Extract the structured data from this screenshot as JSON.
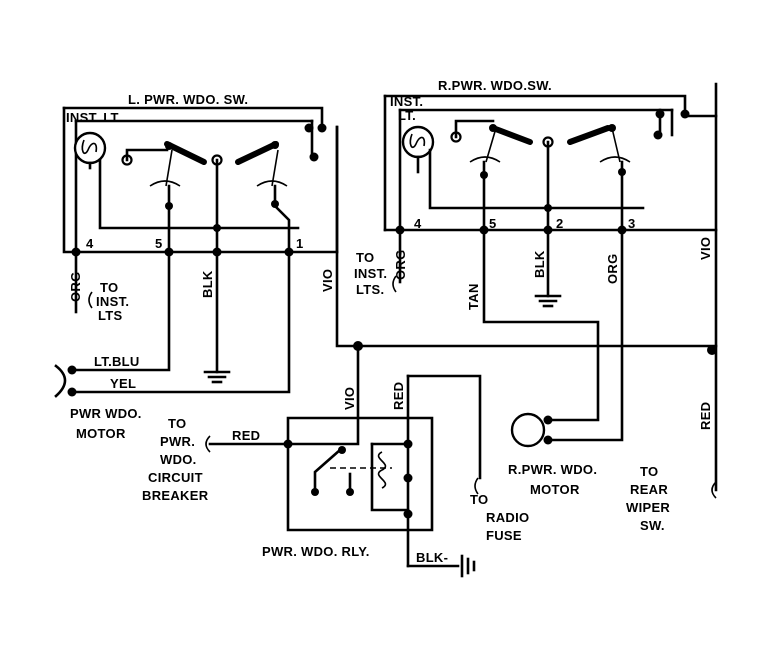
{
  "labels": {
    "l_switch": "L. PWR. WDO. SW.",
    "r_switch": "R.PWR. WDO.SW.",
    "inst_lt_left": "INST. LT.",
    "inst_lt_right_1": "INST.",
    "inst_lt_right_2": "LT.",
    "l_term_4": "4",
    "l_term_5": "5",
    "l_term_1": "1",
    "r_term_4": "4",
    "r_term_5": "5",
    "r_term_2": "2",
    "r_term_3": "3",
    "org_left": "ORG",
    "to_inst_lts_left_1": "TO",
    "to_inst_lts_left_2": "INST.",
    "to_inst_lts_left_3": "LTS",
    "blk_left": "BLK",
    "vio_left": "VIO",
    "to_inst_lts_right_1": "TO",
    "to_inst_lts_right_2": "INST.",
    "to_inst_lts_right_3": "LTS.",
    "org_right_4": "ORG",
    "tan": "TAN",
    "blk_right": "BLK",
    "org_right_3": "ORG",
    "vio_right": "VIO",
    "lt_blu": "LT.BLU",
    "yel": "YEL",
    "pwr_wdo_motor_1": "PWR WDO.",
    "pwr_wdo_motor_2": "MOTOR",
    "to_cb_1": "TO",
    "to_cb_2": "PWR.",
    "to_cb_3": "WDO.",
    "to_cb_4": "CIRCUIT",
    "to_cb_5": "BREAKER",
    "red_cb": "RED",
    "vio_relay": "VIO",
    "red_relay": "RED",
    "to_radio_1": "TO",
    "to_radio_2": "RADIO",
    "to_radio_3": "FUSE",
    "r_motor_1": "R.PWR. WDO.",
    "r_motor_2": "MOTOR",
    "to_rear_1": "TO",
    "to_rear_2": "REAR",
    "to_rear_3": "WIPER",
    "to_rear_4": "SW.",
    "red_right": "RED",
    "relay": "PWR. WDO. RLY.",
    "blk_ground": "BLK-"
  }
}
